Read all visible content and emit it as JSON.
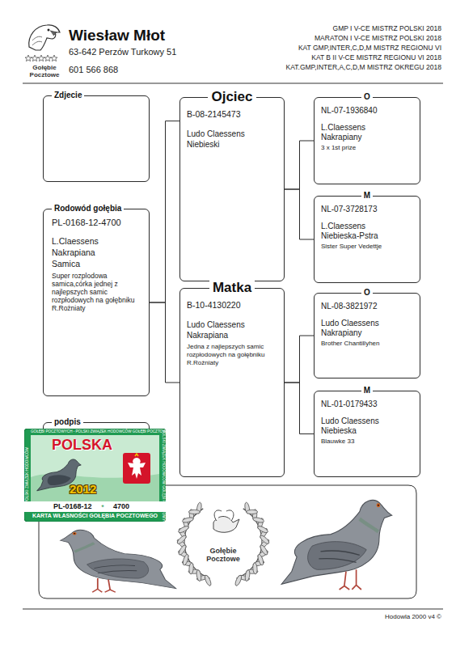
{
  "diagram": {
    "title": "Wiesław Młot",
    "nodes": [
      {
        "text": [
          "Zdjecie"
        ]
      },
      {
        "text": [
          "Rodowód gołębia",
          "PL-0168-12-4700",
          "L.Claessens Nakrapiana Samica",
          "Super rozplodowa samica,córka jednej z najlepszych samic rozpłodowych na gołębniku R.Rożniaty"
        ]
      },
      {
        "text": [
          "Ojciec",
          "B-08-2145473",
          "Ludo Claessens Niebieski"
        ]
      },
      {
        "text": [
          "O",
          "NL-07-1936840",
          "L.Claessens Nakrapiany",
          "3 x 1st prize"
        ]
      },
      {
        "text": [
          "M",
          "NL-07-3728173",
          "L.Claessens Niebieska-Pstra",
          "Sister Super Vedettje"
        ]
      },
      {
        "text": [
          "Matka",
          "B-10-4130220",
          "Ludo Claessens Nakrapiana",
          "Jedna z najlepszych samic rozpłodowych na gołębniku R.Rożniaty"
        ]
      },
      {
        "text": [
          "O",
          "NL-08-3821972",
          "Ludo Claessens Nakrapiany",
          "Brother Chantillyhen"
        ]
      },
      {
        "text": [
          "M",
          "NL-01-0179433",
          "Ludo Claessens Niebieska",
          "Blauwke 33"
        ]
      },
      {
        "text": [
          "podpis"
        ]
      }
    ],
    "edges": [
      {
        "from": 1,
        "to": 2,
        "arrow": "none"
      },
      {
        "from": 1,
        "to": 5,
        "arrow": "none"
      },
      {
        "from": 2,
        "to": 3,
        "arrow": "none"
      },
      {
        "from": 2,
        "to": 4,
        "arrow": "none"
      },
      {
        "from": 5,
        "to": 6,
        "arrow": "none"
      },
      {
        "from": 5,
        "to": 7,
        "arrow": "none"
      }
    ],
    "labels": [
      "63-642 Perzów Turkowy 51",
      "601 566 868",
      "GMP I V-CE MISTRZ POLSKI 2018",
      "MARATON I V-CE MISTRZ POLSKI 2018",
      "KAT GMP,INTER,C,D,M MISTRZ REGIONU VI",
      "KAT B II V-CE MISTRZ REGIONU VI 2018",
      "KAT.GMP,INTER,A,C,D,M MISTRZ OKREGU 2018",
      "Gołębie Pocztowe",
      "GOŁĘBI POCZTOWYCH - POLSKI ZWIĄZEK HODOWCÓW GOŁĘBI POCZTOWYCH",
      "POLSKI ZWIĄZEK HODOWCÓW",
      "POLSKI ZWIĄZEK HODOWCÓW GOŁĘBI POCZTOWYCH",
      "POLSKA",
      "2012",
      "PL-0168-12",
      "4700",
      "KARTA WŁASNOŚCI GOŁĘBIA POCZTOWEGO",
      "Gołębie Pocztowe",
      "Hodowla 2000 v4 ©"
    ]
  }
}
